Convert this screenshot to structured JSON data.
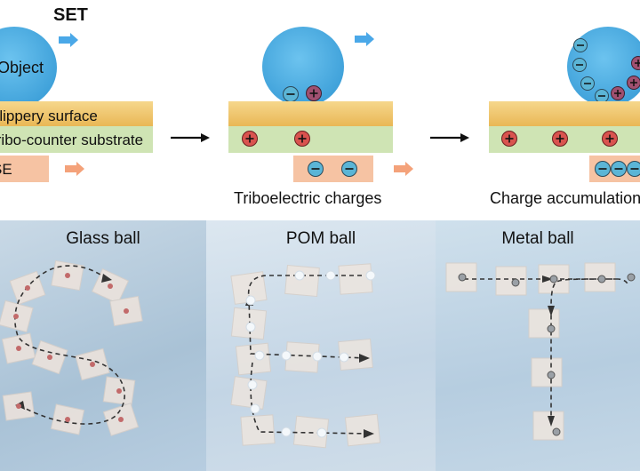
{
  "header": {
    "title": "SET"
  },
  "schematic": {
    "object_label": "Object",
    "surface_label": "Slippery surface",
    "substrate_label": "Tribo-counter substrate",
    "electrode_label": "SE",
    "stage2_caption": "Triboelectric charges",
    "stage3_caption": "Charge accumulation"
  },
  "panels": [
    {
      "title": "Glass ball"
    },
    {
      "title": "POM ball"
    },
    {
      "title": "Metal ball"
    }
  ],
  "colors": {
    "ball": "#3fa7e0",
    "surface": "#f0c36a",
    "substrate": "#cfe4b4",
    "electrode": "#f6c3a3",
    "arrow_blue": "#4aa8e8",
    "arrow_orange": "#f4a27a",
    "positive": "#d9534f",
    "negative": "#5bb5d6"
  }
}
